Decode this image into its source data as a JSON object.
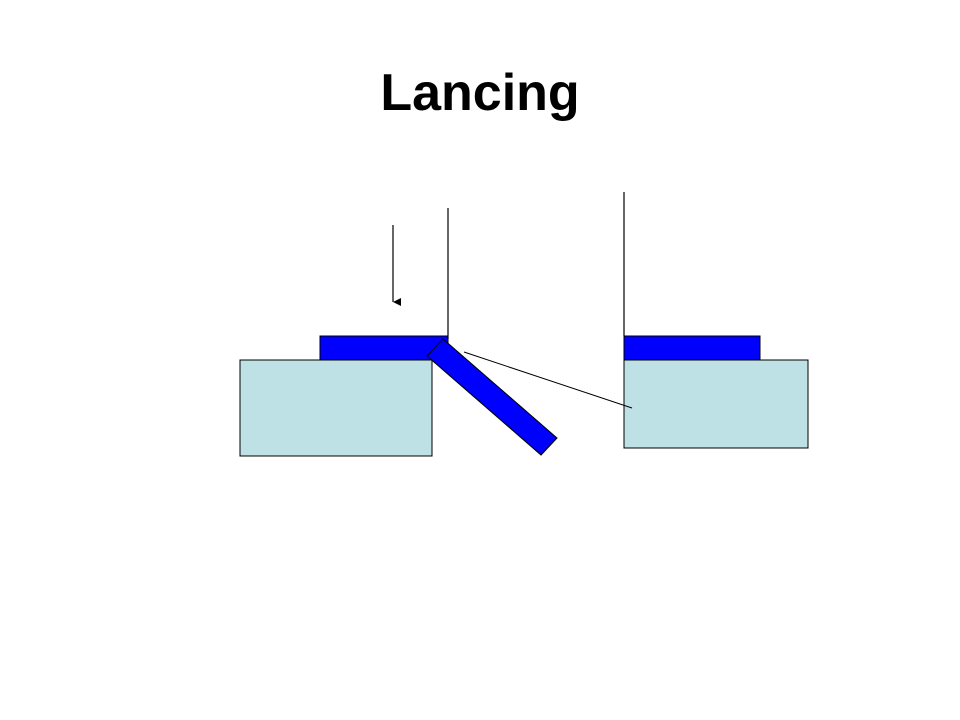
{
  "slide": {
    "title": "Lancing"
  },
  "diagram": {
    "colors": {
      "die_block": "#bde1e5",
      "strip": "#0000ff",
      "outline": "#000000",
      "punch_line": "#000000"
    },
    "components": [
      "left-die-block",
      "right-die-block",
      "left-strip",
      "right-strip",
      "bent-tab",
      "left-punch",
      "right-punch",
      "force-arrow",
      "leader-line"
    ]
  }
}
